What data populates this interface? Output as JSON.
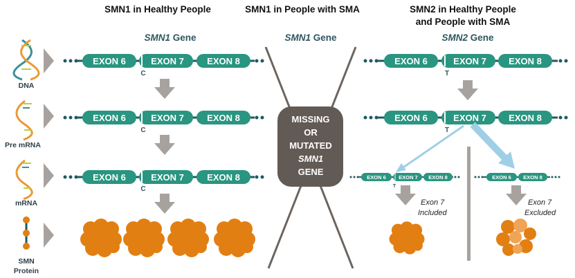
{
  "headers": {
    "col1": "SMN1 in Healthy People",
    "col2": "SMN1 in People with SMA",
    "col3_line1": "SMN2 in Healthy People",
    "col3_line2": "and People with SMA"
  },
  "gene_labels": {
    "smn1_left": {
      "name": "SMN1",
      "suffix": " Gene"
    },
    "smn1_mid": {
      "name": "SMN1",
      "suffix": " Gene"
    },
    "smn2_right": {
      "name": "SMN2",
      "suffix": " Gene"
    }
  },
  "exons": {
    "e6": "EXON 6",
    "e7": "EXON 7",
    "e8": "EXON 8"
  },
  "nucleotides": {
    "smn1": "C",
    "smn2": "T"
  },
  "row_labels": {
    "dna": "DNA",
    "pre_mrna": "Pre mRNA",
    "mrna": "mRNA",
    "protein_line1": "SMN",
    "protein_line2": "Protein"
  },
  "missing_box": {
    "line1": "MISSING",
    "line2": "OR",
    "line3": "MUTATED",
    "line4": "SMN1",
    "line5": "GENE"
  },
  "outcomes": {
    "included_line1": "Exon 7",
    "included_line2": "Included",
    "excluded_line1": "Exon 7",
    "excluded_line2": "Excluded"
  },
  "colors": {
    "exon": "#2a9580",
    "dark_teal": "#1e5a5e",
    "arrow_gray": "#a8a29e",
    "protein": "#e27f12",
    "protein_light": "#f0a455",
    "box": "#625a55",
    "light_blue": "#9fcfe6",
    "dna_orange": "#e99a35",
    "dna_green": "#b9cf3b",
    "dna_teal": "#3d8e98"
  }
}
